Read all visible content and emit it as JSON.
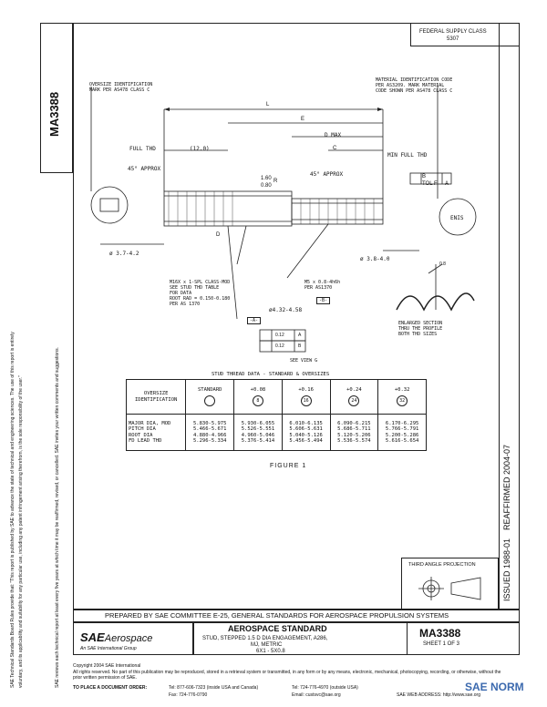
{
  "header": {
    "federal_supply_class_label": "FEDERAL SUPPLY CLASS",
    "federal_supply_class_value": "5307"
  },
  "doc_number_side": "MA3388",
  "left_disclaimer": [
    "SAE Technical Standards Board Rules provide that: \"This report is published by SAE to advance the state of technical and engineering sciences. The use of this report is entirely",
    "voluntary, and its applicability and suitability for any particular use, including any patent infringement arising therefrom, is the sole responsibility of the user.\"",
    "SAE reviews each technical report at least every five years at which time it may be reaffirmed, revised, or cancelled. SAE invites your written comments and suggestions."
  ],
  "right_vertical": {
    "reaffirmed": "REAFFIRMED 2004-07",
    "issued": "ISSUED 1988-01"
  },
  "drawing": {
    "oversize_id": "OVERSIZE IDENTIFICATION\nMARK PER AS478 CLASS C",
    "material_id": "MATERIAL IDENTIFICATION CODE\nPER AS3209. MARK MATERIAL\nCODE SHOWN PER AS478 CLASS C",
    "dim_L": "L",
    "dim_E": "E",
    "dim_D_max": "D MAX",
    "dim_C": "C",
    "full_thd": "FULL THD",
    "dim_12": "(12.0)",
    "min_full_thd": "MIN FULL THD",
    "deg_45_left": "45° APPROX",
    "deg_45_right": "45° APPROX",
    "dim_160": "1.60",
    "dim_080": "0.80",
    "dim_R": "R",
    "dim_37": "ø 3.7-4.2",
    "dim_38": "ø 3.8-4.0",
    "dim_B": "B",
    "dim_D": "D",
    "tol_F": "TOL F",
    "tol_A": "A",
    "m16_note": "M16X x 1-SPL CLASS-MOD\nSEE STUD THD TABLE\nFOR DATA\nROOT RAD = 0.150-0.180\nPER AS 1370",
    "m5_note": "M5 x 0.8-4h6h\nPER AS1370",
    "m5_box": "-B-",
    "dim_432": "ø4.32-4.58",
    "box_a": "-A-",
    "tol_012_a": "0.12",
    "tol_012_a_ref": "A",
    "tol_012_b": "0.12",
    "tol_012_b_ref": "B",
    "see_view": "SEE VIEW G",
    "thread_angle": "0.8",
    "enlarged_section": "ENLARGED SECTION\nTHRU THE PROFILE\nBOTH THD SIZES",
    "end_mark": "ENIS",
    "figure_label": "FIGURE 1"
  },
  "thread_table": {
    "title": "STUD THREAD DATA - STANDARD & OVERSIZES",
    "col_header_first": "OVERSIZE\nIDENTIFICATION",
    "columns": [
      {
        "label": "STANDARD",
        "mark": ""
      },
      {
        "label": "+0.08",
        "mark": "8"
      },
      {
        "label": "+0.16",
        "mark": "16"
      },
      {
        "label": "+0.24",
        "mark": "24"
      },
      {
        "label": "+0.32",
        "mark": "32"
      }
    ],
    "row_labels": "MAJOR DIA, MOD\nPITCH DIA\nROOT DIA\nFD LEAD THD",
    "values": [
      "5.830-5.975\n5.466-5.671\n4.880-4.966\n5.296-5.334",
      "5.930-6.055\n5.526-5.551\n4.960-5.046\n5.376-5.414",
      "6.010-6.135\n5.606-5.631\n5.040-5.126\n5.456-5.494",
      "6.090-6.215\n5.686-5.711\n5.120-5.206\n5.536-5.574",
      "6.170-6.295\n5.766-5.791\n5.200-5.286\n5.616-5.654"
    ]
  },
  "third_angle": "THIRD ANGLE PROJECTION",
  "prepared_by": "PREPARED BY SAE COMMITTEE E-25, GENERAL STANDARDS FOR AEROSPACE PROPULSION SYSTEMS",
  "title_block": {
    "logo_sae": "SAE",
    "logo_aero": "Aerospace",
    "logo_tagline": "An SAE International Group",
    "standard": "AEROSPACE STANDARD",
    "description_1": "STUD, STEPPED 1.5 D DIA ENGAGEMENT, A286,",
    "description_2": "MJ, METRIC",
    "description_3": "6X1 - 5X0.8",
    "number": "MA3388",
    "sheet": "SHEET 1 OF 3"
  },
  "footer": {
    "copyright": "Copyright 2004 SAE International",
    "rights": "All rights reserved. No part of this publication may be reproduced, stored in a retrieval system or transmitted, in any form or by any means, electronic, mechanical, photocopying, recording, or otherwise, without the prior written permission of SAE.",
    "order_label": "TO PLACE A DOCUMENT ORDER:",
    "tel1": "Tel: 877-606-7323 (inside USA and Canada)",
    "tel2": "Tel: 724-776-4970 (outside USA)",
    "fax": "Fax: 724-776-0790",
    "email": "Email: custsvc@sae.org",
    "web": "SAE WEB ADDRESS: http://www.sae.org",
    "watermark": "SAE NORM"
  }
}
